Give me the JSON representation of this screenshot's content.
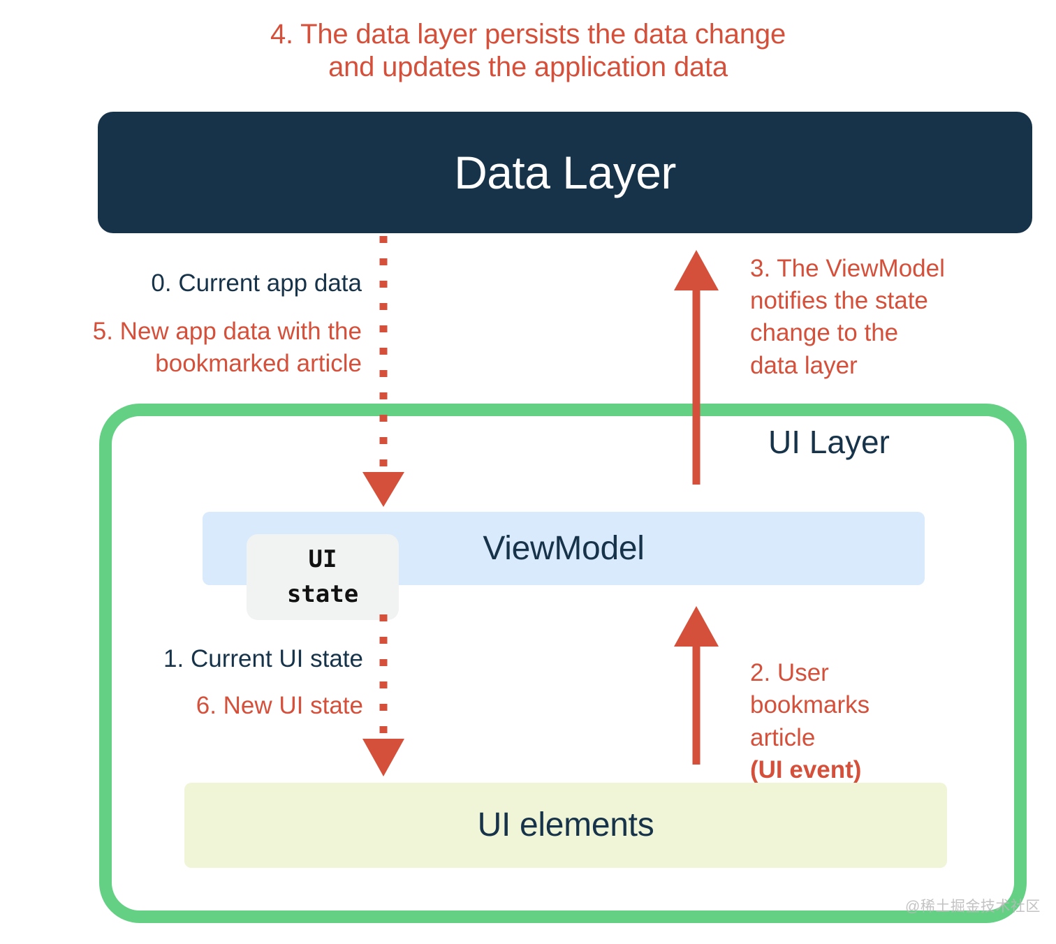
{
  "diagram": {
    "annotations": {
      "step4": "4. The data layer persists the data change\nand updates the application data",
      "step0": "0. Current app data",
      "step5": "5. New app data with the\nbookmarked article",
      "step3": "3. The ViewModel\nnotifies the state\nchange to the\ndata layer",
      "step1": "1. Current UI state",
      "step6": "6. New UI state",
      "step2_main": "2. User\nbookmarks\narticle\n",
      "step2_bold": "(UI event)"
    },
    "boxes": {
      "data_layer": "Data Layer",
      "ui_layer": "UI Layer",
      "viewmodel": "ViewModel",
      "ui_elements": "UI elements"
    },
    "chip": {
      "line1": "UI",
      "line2": "state"
    },
    "watermark": "@稀土掘金技术社区",
    "colors": {
      "accent_red": "#d4503a",
      "dark_navy": "#17334a",
      "green_border": "#63d084",
      "viewmodel_blue": "#d9eafc",
      "ui_elements_yellow": "#eff5d6",
      "chip_gray": "#f1f2f2",
      "background": "#ffffff"
    }
  }
}
